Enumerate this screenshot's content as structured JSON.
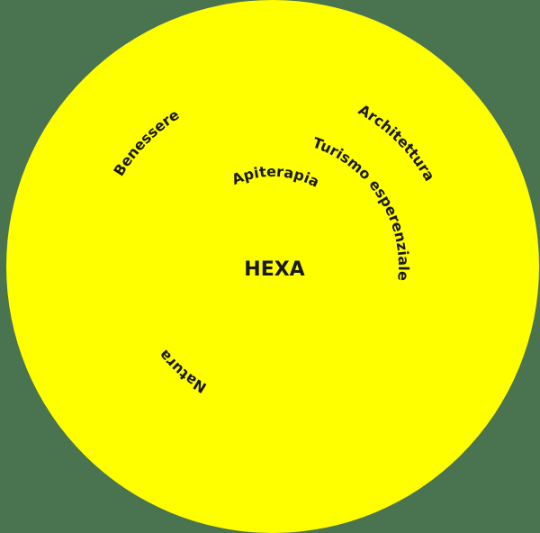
{
  "diagram": {
    "background_color": "#4a7350",
    "circle_color": "#ffff00",
    "text_color": "#1a1a1a",
    "center": {
      "label": "HEXA"
    },
    "labels": [
      {
        "id": "apiterapia",
        "text": "Apiterapia"
      },
      {
        "id": "architettura",
        "text": "Architettura"
      },
      {
        "id": "benessere",
        "text": "Benessere"
      },
      {
        "id": "turismo",
        "text": "Turismo esperenziale"
      },
      {
        "id": "natura",
        "text": "Natura"
      }
    ]
  }
}
